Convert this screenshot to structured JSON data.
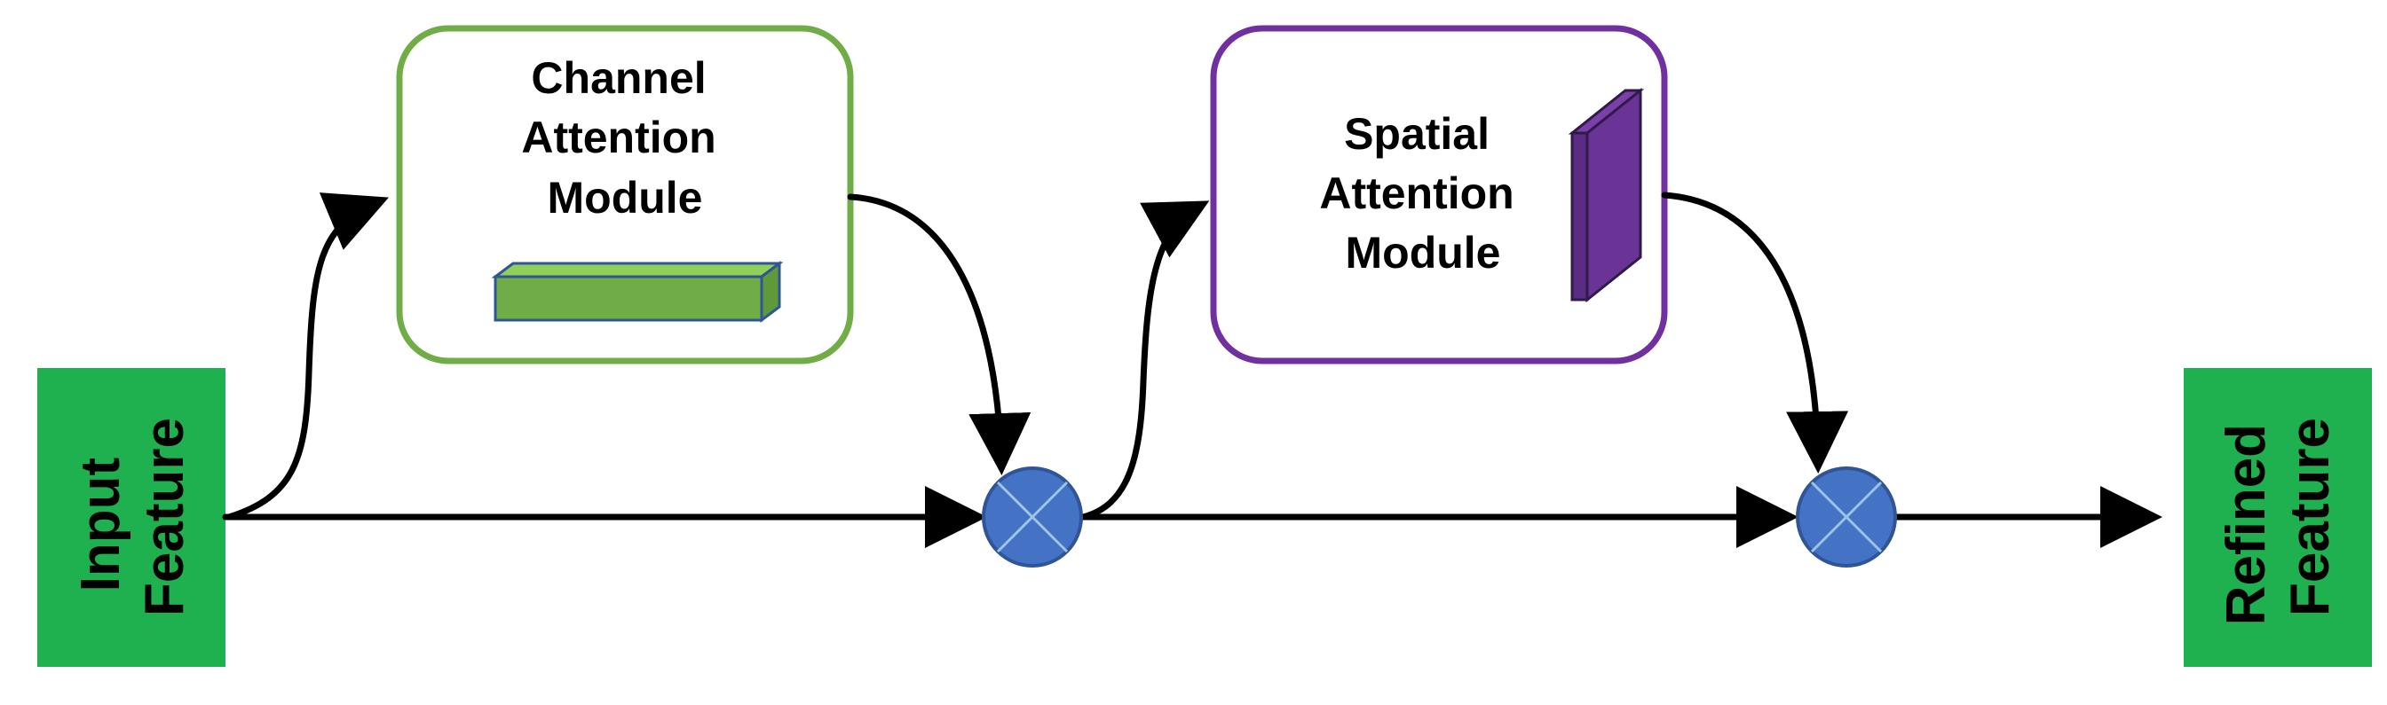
{
  "input": {
    "line1": "Input",
    "line2": "Feature"
  },
  "channel_module": {
    "line1": "Channel",
    "line2": "Attention",
    "line3": "Module"
  },
  "spatial_module": {
    "line1": "Spatial",
    "line2": "Attention",
    "line3": "Module"
  },
  "output": {
    "line1": "Refined",
    "line2": "Feature"
  },
  "colors": {
    "feature_box": "#1fb04f",
    "channel_border": "#70ad47",
    "channel_bar_face": "#70ad47",
    "channel_bar_top": "#8fcf5a",
    "channel_bar_stroke": "#2f5597",
    "spatial_border": "#7030a0",
    "spatial_slab_face": "#5b2c83",
    "spatial_slab_side": "#7a3fa8",
    "multiply_node": "#4472c4",
    "multiply_node_stroke": "#2f5597",
    "arrow": "#000000"
  },
  "icons": {
    "multiply": "circle-times-icon",
    "channel_shape": "flat-bar-icon",
    "spatial_shape": "thin-slab-icon"
  }
}
